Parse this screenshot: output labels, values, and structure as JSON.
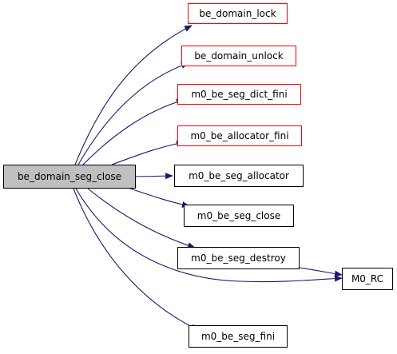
{
  "graph": {
    "root": {
      "label": "be_domain_seg_close"
    },
    "callees": [
      {
        "label": "be_domain_lock",
        "border": "red"
      },
      {
        "label": "be_domain_unlock",
        "border": "red"
      },
      {
        "label": "m0_be_seg_dict_fini",
        "border": "red"
      },
      {
        "label": "m0_be_allocator_fini",
        "border": "red"
      },
      {
        "label": "m0_be_seg_allocator",
        "border": "black"
      },
      {
        "label": "m0_be_seg_close",
        "border": "black"
      },
      {
        "label": "m0_be_seg_destroy",
        "border": "black"
      },
      {
        "label": "M0_RC",
        "border": "black"
      },
      {
        "label": "m0_be_seg_fini",
        "border": "black"
      }
    ]
  },
  "colors": {
    "edge": "#191970",
    "root_fill": "#bfbfbf",
    "link_border": "#ff0000",
    "plain_border": "#000000"
  }
}
